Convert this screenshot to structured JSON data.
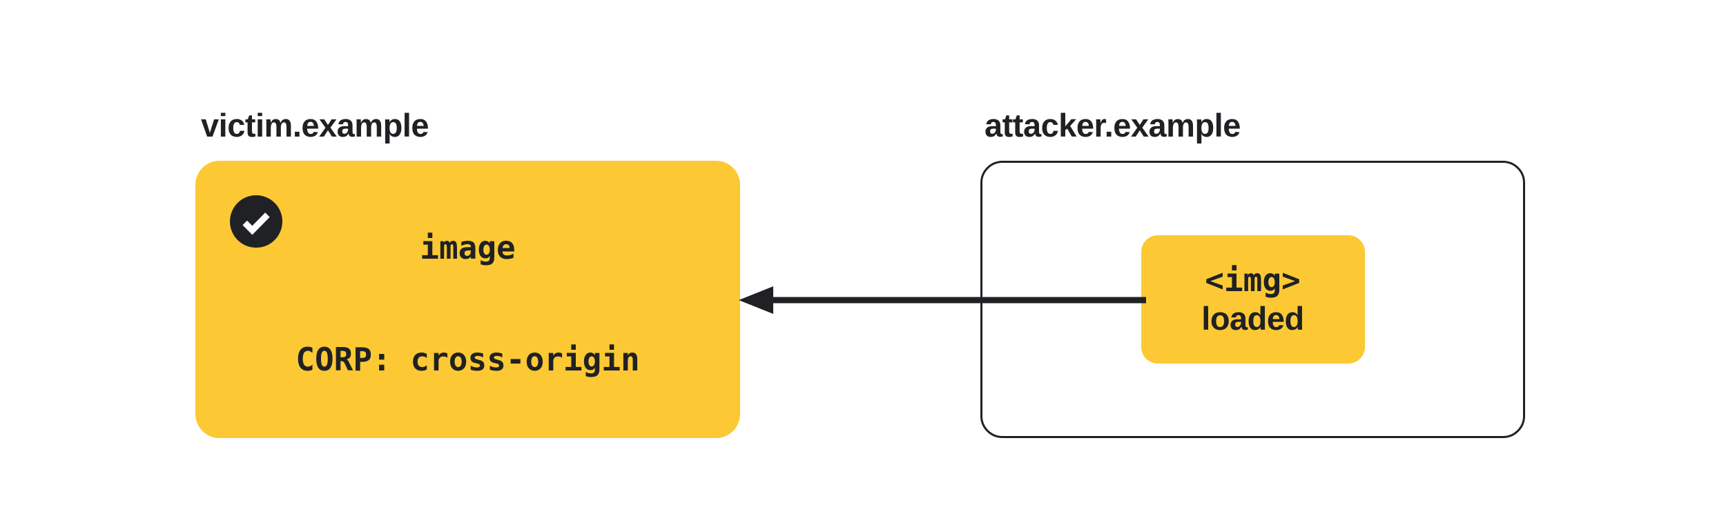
{
  "diagram": {
    "kind": "cross-origin-resource-policy-diagram",
    "victim": {
      "label": "victim.example",
      "resource_line1": "image",
      "resource_line2": "CORP: cross-origin",
      "status_icon": "check-icon",
      "box_color": "#FCC934"
    },
    "attacker": {
      "label": "attacker.example",
      "embed_line1": "<img>",
      "embed_line2": "loaded",
      "embed_box_color": "#FCC934",
      "border_color": "#202124"
    },
    "arrow": {
      "direction": "right-to-left",
      "color": "#202124"
    },
    "colors": {
      "yellow": "#FCC934",
      "dark": "#202124",
      "background": "#FFFFFF"
    }
  }
}
